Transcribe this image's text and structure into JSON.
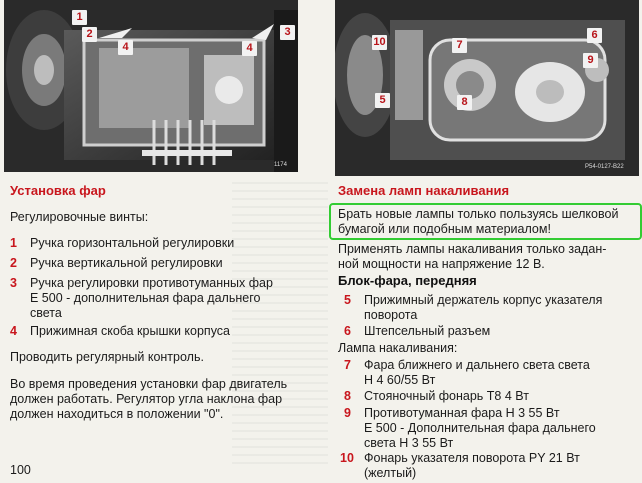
{
  "left": {
    "figure_code": "1174",
    "callouts": [
      "1",
      "2",
      "3",
      "4",
      "4"
    ],
    "heading": "Установка фар",
    "intro": "Регулировочные винты:",
    "items": [
      {
        "num": "1",
        "lines": [
          "Ручка горизонтальной регулировки"
        ]
      },
      {
        "num": "2",
        "lines": [
          "Ручка вертикальной регулировки"
        ]
      },
      {
        "num": "3",
        "lines": [
          "Ручка регулировки противотуманных фар",
          "Е 500 - дополнительная фара дальнего",
          "света"
        ]
      },
      {
        "num": "4",
        "lines": [
          "Прижимная скоба крышки корпуса"
        ]
      }
    ],
    "para1": "Проводить регулярный контроль.",
    "para2": [
      "Во время проведения установки фар двигатель",
      "должен работать. Регулятор угла наклона фар",
      "должен находиться в положении \"0\"."
    ]
  },
  "right": {
    "figure_code": "P54-0127-B22",
    "callouts": [
      "10",
      "7",
      "8",
      "5",
      "6",
      "9"
    ],
    "heading": "Замена ламп накаливания",
    "note": [
      "Брать новые лампы только пользуясь шелковой",
      "бумагой или подобным материалом!"
    ],
    "para": [
      "Применять лампы накаливания только задан-",
      "ной мощности на напряжение 12 В."
    ],
    "subheading": "Блок-фара, передняя",
    "items_a": [
      {
        "num": "5",
        "lines": [
          "Прижимный держатель корпус указателя",
          "поворота"
        ]
      },
      {
        "num": "6",
        "lines": [
          "Штепсельный разъем"
        ]
      }
    ],
    "lamps_label": "Лампа накаливания:",
    "items_b": [
      {
        "num": "7",
        "lines": [
          "Фара ближнего и дальнего света света",
          "Н 4 60/55 Вт"
        ]
      },
      {
        "num": "8",
        "lines": [
          "Стояночный фонарь Т8 4 Вт"
        ]
      },
      {
        "num": "9",
        "lines": [
          "Противотуманная фара Н 3 55 Вт",
          "Е 500 - Дополнительная фара дальнего",
          "света Н 3 55 Вт"
        ]
      },
      {
        "num": "10",
        "lines": [
          "Фонарь указателя поворота PY 21 Вт",
          "(желтый)"
        ]
      }
    ]
  },
  "page_number": "100"
}
